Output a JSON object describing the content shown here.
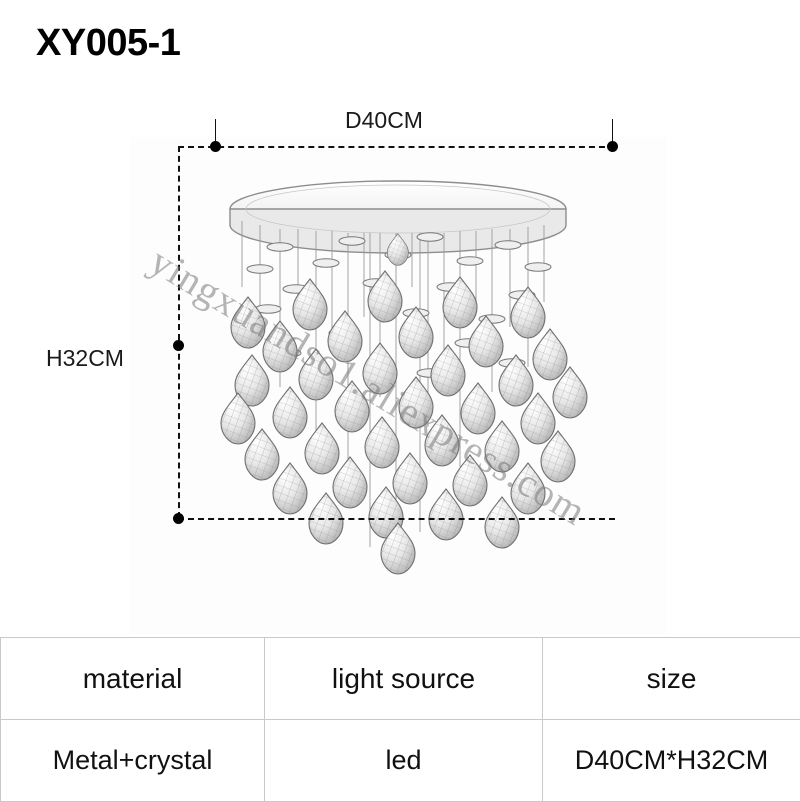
{
  "title": "XY005-1",
  "diagram": {
    "width_label": "D40CM",
    "height_label": "H32CM",
    "watermark": "yingxuandso1.aliexpress.com",
    "product": "crystal-ball-chandelier"
  },
  "spec_table": {
    "headers": [
      "material",
      "light source",
      "size"
    ],
    "rows": [
      [
        "Metal+crystal",
        "led",
        "D40CM*H32CM"
      ]
    ]
  }
}
